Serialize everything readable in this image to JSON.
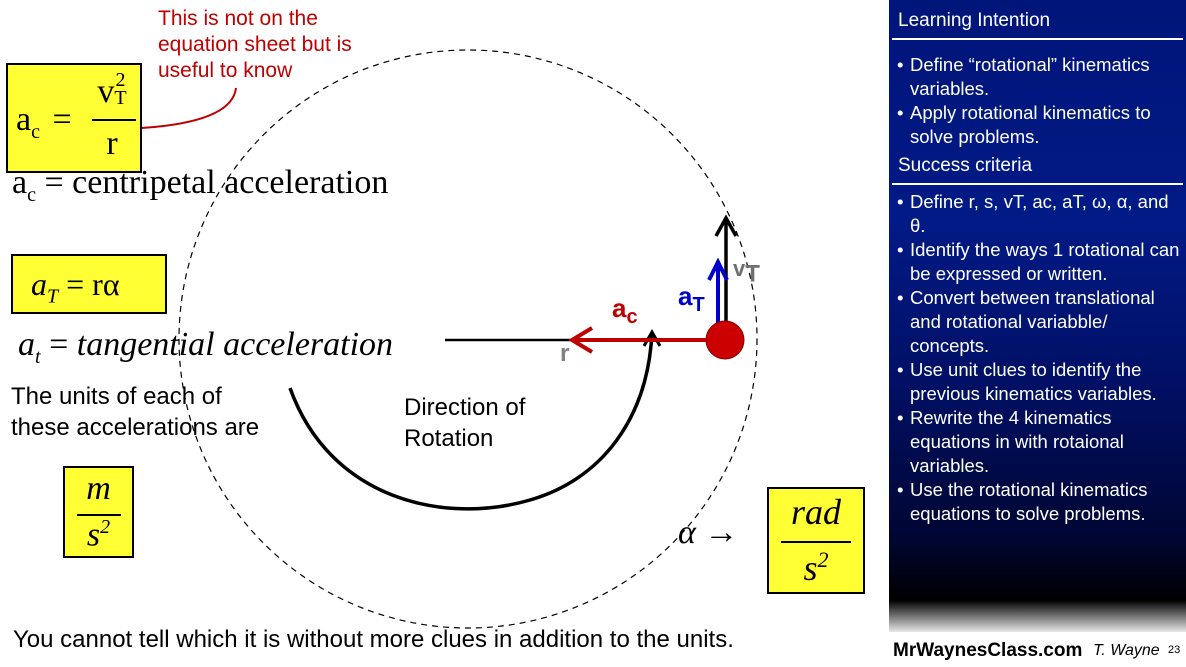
{
  "callout": "This is not on the equation sheet but is useful to know",
  "eq_ac": {
    "lhs": "a",
    "lhs_sub": "c",
    "num": "v",
    "num_sup": "2",
    "num_sub": "T",
    "den": "r"
  },
  "def_ac": "centripetal acceleration",
  "def_ac_sym": "a",
  "def_ac_sub": "c",
  "eq_at": {
    "lhs": "a",
    "lhs_sub": "T",
    "rhs": "rα"
  },
  "def_at": "tangential acceleration",
  "def_at_sym": "a",
  "def_at_sub": "t",
  "units_text": "The units of each of these accelerations are",
  "units_linear": {
    "num": "m",
    "den": "s",
    "den_sup": "2"
  },
  "alpha_label": "α →",
  "units_angular": {
    "num": "rad",
    "den": "s",
    "den_sup": "2"
  },
  "rotation_label": "Direction of Rotation",
  "vec_labels": {
    "ac": "a",
    "ac_sub": "c",
    "aT": "a",
    "aT_sub": "T",
    "vT": "v",
    "vT_sub": "T",
    "r": "r"
  },
  "bottom_text": "You cannot tell which it is without more clues in addition to the units.",
  "sidebar": {
    "learning_heading": "Learning Intention",
    "learning_items": [
      "Define “rotational” kinematics variables.",
      "Apply rotational kinematics to solve problems."
    ],
    "success_heading": "Success criteria",
    "success_items": [
      "Define r, s, vT, ac, aT, ω, α, and θ.",
      "Identify the ways 1 rotational can be expressed or written.",
      "Convert between translational and rotational variabble/ concepts.",
      "Use unit clues to identify the previous kinematics variables.",
      "Rewrite the 4 kinematics equations in with rotaional variables.",
      "Use the rotational kinematics equations to solve problems."
    ]
  },
  "footer": {
    "site": "MrWaynesClass.com",
    "author": "T. Wayne",
    "page": "23"
  },
  "colors": {
    "highlight": "#ffff33",
    "red": "#c00000",
    "blue": "#0000cc",
    "sidebar": "#00157a"
  }
}
